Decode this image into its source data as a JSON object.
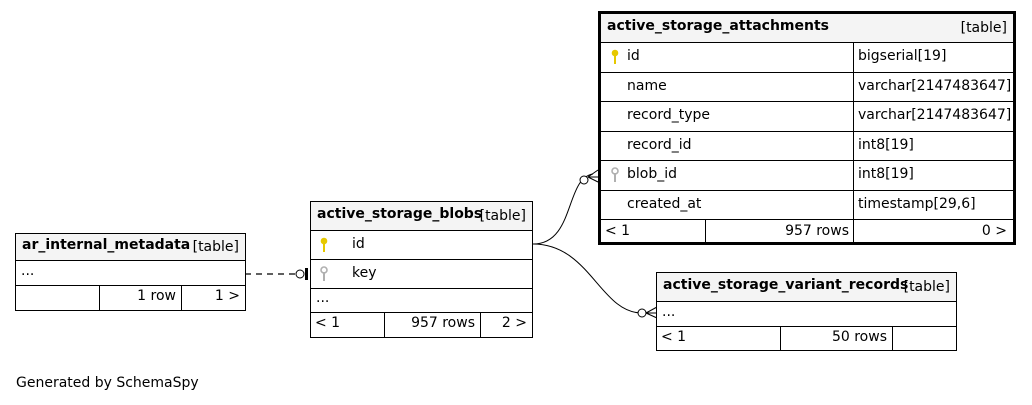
{
  "tables": {
    "ar_internal_metadata": {
      "name": "ar_internal_metadata",
      "type": "[table]",
      "ellipsis": "...",
      "footer": {
        "left": "",
        "rows": "1 row",
        "children": "1 >"
      }
    },
    "active_storage_blobs": {
      "name": "active_storage_blobs",
      "type": "[table]",
      "columns": [
        {
          "name": "id",
          "key": "primary"
        },
        {
          "name": "key",
          "key": "index"
        }
      ],
      "ellipsis": "...",
      "footer": {
        "parents": "< 1",
        "rows": "957 rows",
        "children": "2 >"
      }
    },
    "active_storage_attachments": {
      "name": "active_storage_attachments",
      "type": "[table]",
      "columns": [
        {
          "name": "id",
          "type": "bigserial[19]",
          "key": "primary"
        },
        {
          "name": "name",
          "type": "varchar[2147483647]",
          "key": ""
        },
        {
          "name": "record_type",
          "type": "varchar[2147483647]",
          "key": ""
        },
        {
          "name": "record_id",
          "type": "int8[19]",
          "key": ""
        },
        {
          "name": "blob_id",
          "type": "int8[19]",
          "key": "foreign"
        },
        {
          "name": "created_at",
          "type": "timestamp[29,6]",
          "key": ""
        }
      ],
      "footer": {
        "parents": "< 1",
        "rows": "957 rows",
        "children": "0 >"
      }
    },
    "active_storage_variant_records": {
      "name": "active_storage_variant_records",
      "type": "[table]",
      "ellipsis": "...",
      "footer": {
        "parents": "< 1",
        "rows": "50 rows",
        "children": ""
      }
    }
  },
  "colors": {
    "primary_key": "#e6c800",
    "foreign_key": "#b0b0b0",
    "line": "#000000"
  },
  "caption": "Generated by SchemaSpy"
}
